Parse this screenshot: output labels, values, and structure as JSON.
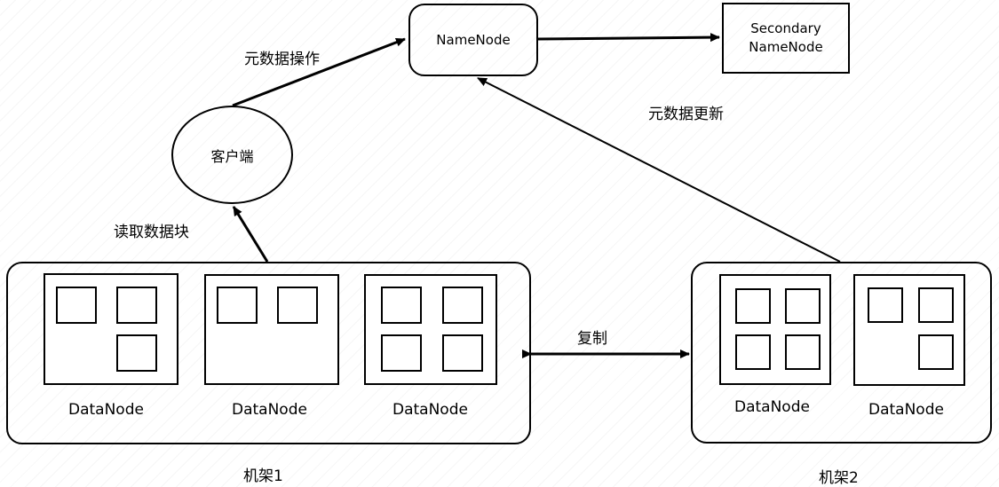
{
  "namenode": {
    "label": "NameNode"
  },
  "secondary": {
    "line1": "Secondary",
    "line2": "NameNode"
  },
  "client": {
    "label": "客户端"
  },
  "edges": {
    "metadata_op": "元数据操作",
    "metadata_update": "元数据更新",
    "read_block": "读取数据块",
    "replicate": "复制"
  },
  "rack1": {
    "label": "机架1",
    "datanodes": [
      {
        "label": "DataNode",
        "blocks": 3
      },
      {
        "label": "DataNode",
        "blocks": 2
      },
      {
        "label": "DataNode",
        "blocks": 4
      }
    ]
  },
  "rack2": {
    "label": "机架2",
    "datanodes": [
      {
        "label": "DataNode",
        "blocks": 4
      },
      {
        "label": "DataNode",
        "blocks": 3
      }
    ]
  }
}
